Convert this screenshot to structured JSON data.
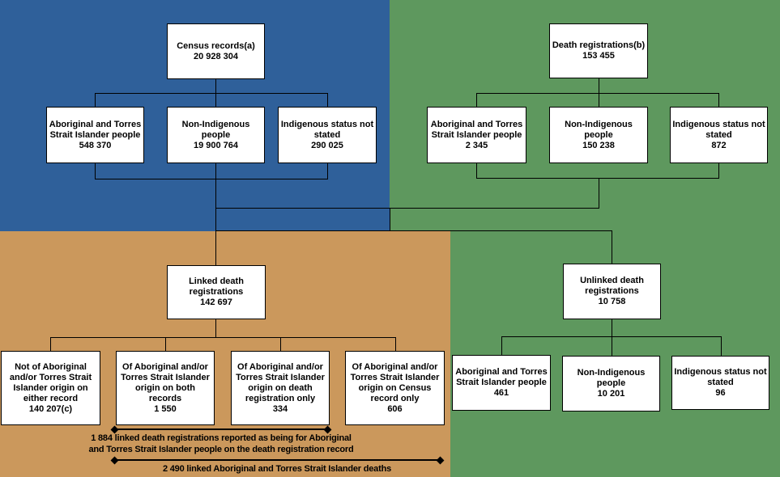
{
  "colors": {
    "census_quadrant": "#2F609A",
    "deaths_quadrant": "#5E985E",
    "linked_quadrant": "#CB985C",
    "unlinked_quadrant": "#5E985E",
    "box_background": "#FFFFFF",
    "line": "#000000"
  },
  "census_tree": {
    "root": {
      "label": "Census records(a)",
      "value": "20 928 304"
    },
    "children": [
      {
        "label": "Aboriginal and Torres Strait Islander people",
        "value": "548 370"
      },
      {
        "label": "Non-Indigenous people",
        "value": "19 900 764"
      },
      {
        "label": "Indigenous status not stated",
        "value": "290 025"
      }
    ]
  },
  "deaths_tree": {
    "root": {
      "label": "Death registrations(b)",
      "value": "153 455"
    },
    "children": [
      {
        "label": "Aboriginal and Torres Strait Islander people",
        "value": "2 345"
      },
      {
        "label": "Non-Indigenous people",
        "value": "150 238"
      },
      {
        "label": "Indigenous status not stated",
        "value": "872"
      }
    ]
  },
  "linked_tree": {
    "root": {
      "label": "Linked death registrations",
      "value": "142 697"
    },
    "children": [
      {
        "label": "Not of Aboriginal and/or Torres Strait Islander origin on either record",
        "value": "140 207(c)"
      },
      {
        "label": "Of Aboriginal and/or Torres Strait Islander origin on both records",
        "value": "1 550"
      },
      {
        "label": "Of Aboriginal and/or Torres Strait Islander origin on death registration only",
        "value": "334"
      },
      {
        "label": "Of Aboriginal and/or Torres Strait Islander origin on Census record only",
        "value": "606"
      }
    ]
  },
  "unlinked_tree": {
    "root": {
      "label": "Unlinked death registrations",
      "value": "10 758"
    },
    "children": [
      {
        "label": "Aboriginal and Torres Strait Islander people",
        "value": "461"
      },
      {
        "label": "Non-Indigenous people",
        "value": "10 201"
      },
      {
        "label": "Indigenous status not stated",
        "value": "96"
      }
    ]
  },
  "annotations": {
    "death_record_span": {
      "line1": "1 884 linked death registrations reported as being for Aboriginal",
      "line2": "and Torres Strait Islander people on the death registration record"
    },
    "total_span": {
      "text": "2 490 linked Aboriginal and Torres Strait Islander deaths"
    }
  }
}
